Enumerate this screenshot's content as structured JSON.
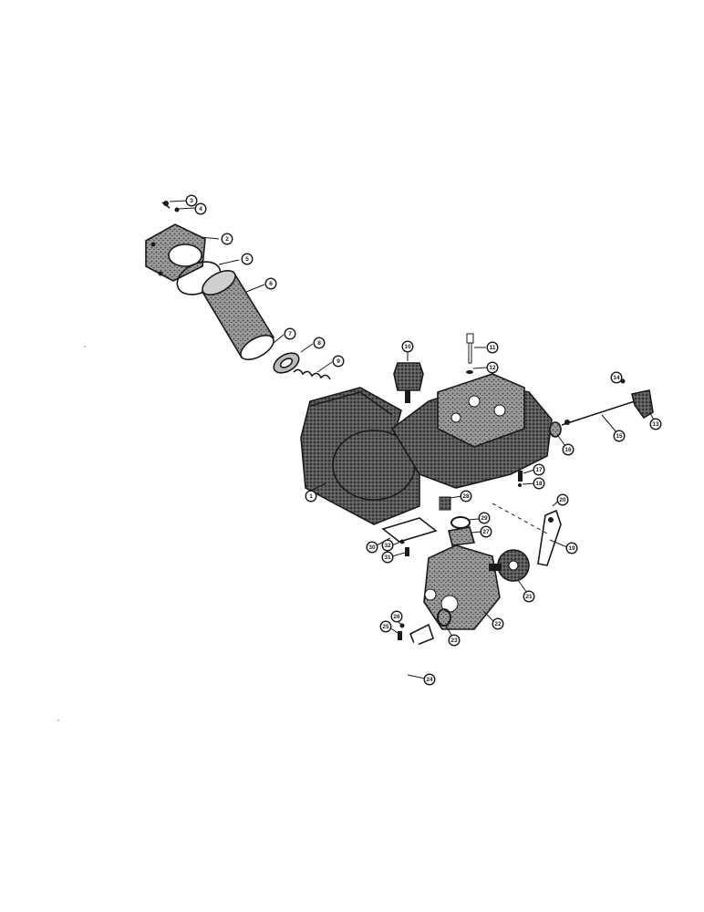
{
  "diagram": {
    "type": "exploded-parts-view",
    "callouts": [
      {
        "id": "c3",
        "label": "3"
      },
      {
        "id": "c4",
        "label": "4"
      },
      {
        "id": "c2",
        "label": "2"
      },
      {
        "id": "c5",
        "label": "5"
      },
      {
        "id": "c6",
        "label": "6"
      },
      {
        "id": "c7",
        "label": "7"
      },
      {
        "id": "c8",
        "label": "8"
      },
      {
        "id": "c9",
        "label": "9"
      },
      {
        "id": "c10",
        "label": "10"
      },
      {
        "id": "c11",
        "label": "11"
      },
      {
        "id": "c12",
        "label": "12"
      },
      {
        "id": "c14",
        "label": "14"
      },
      {
        "id": "c13",
        "label": "13"
      },
      {
        "id": "c15",
        "label": "15"
      },
      {
        "id": "c16",
        "label": "16"
      },
      {
        "id": "c17",
        "label": "17"
      },
      {
        "id": "c18",
        "label": "18"
      },
      {
        "id": "c1",
        "label": "1"
      },
      {
        "id": "c28",
        "label": "28"
      },
      {
        "id": "c29",
        "label": "29"
      },
      {
        "id": "c27",
        "label": "27"
      },
      {
        "id": "c30",
        "label": "30"
      },
      {
        "id": "c32",
        "label": "32"
      },
      {
        "id": "c31",
        "label": "31"
      },
      {
        "id": "c20",
        "label": "20"
      },
      {
        "id": "c19",
        "label": "19"
      },
      {
        "id": "c21",
        "label": "21"
      },
      {
        "id": "c22",
        "label": "22"
      },
      {
        "id": "c23",
        "label": "23"
      },
      {
        "id": "c26",
        "label": "26"
      },
      {
        "id": "c25",
        "label": "25"
      },
      {
        "id": "c24",
        "label": "24"
      }
    ]
  },
  "colors": {
    "ink": "#1a1a1a",
    "shade": "#3a3a3a",
    "paper": "#ffffff"
  }
}
